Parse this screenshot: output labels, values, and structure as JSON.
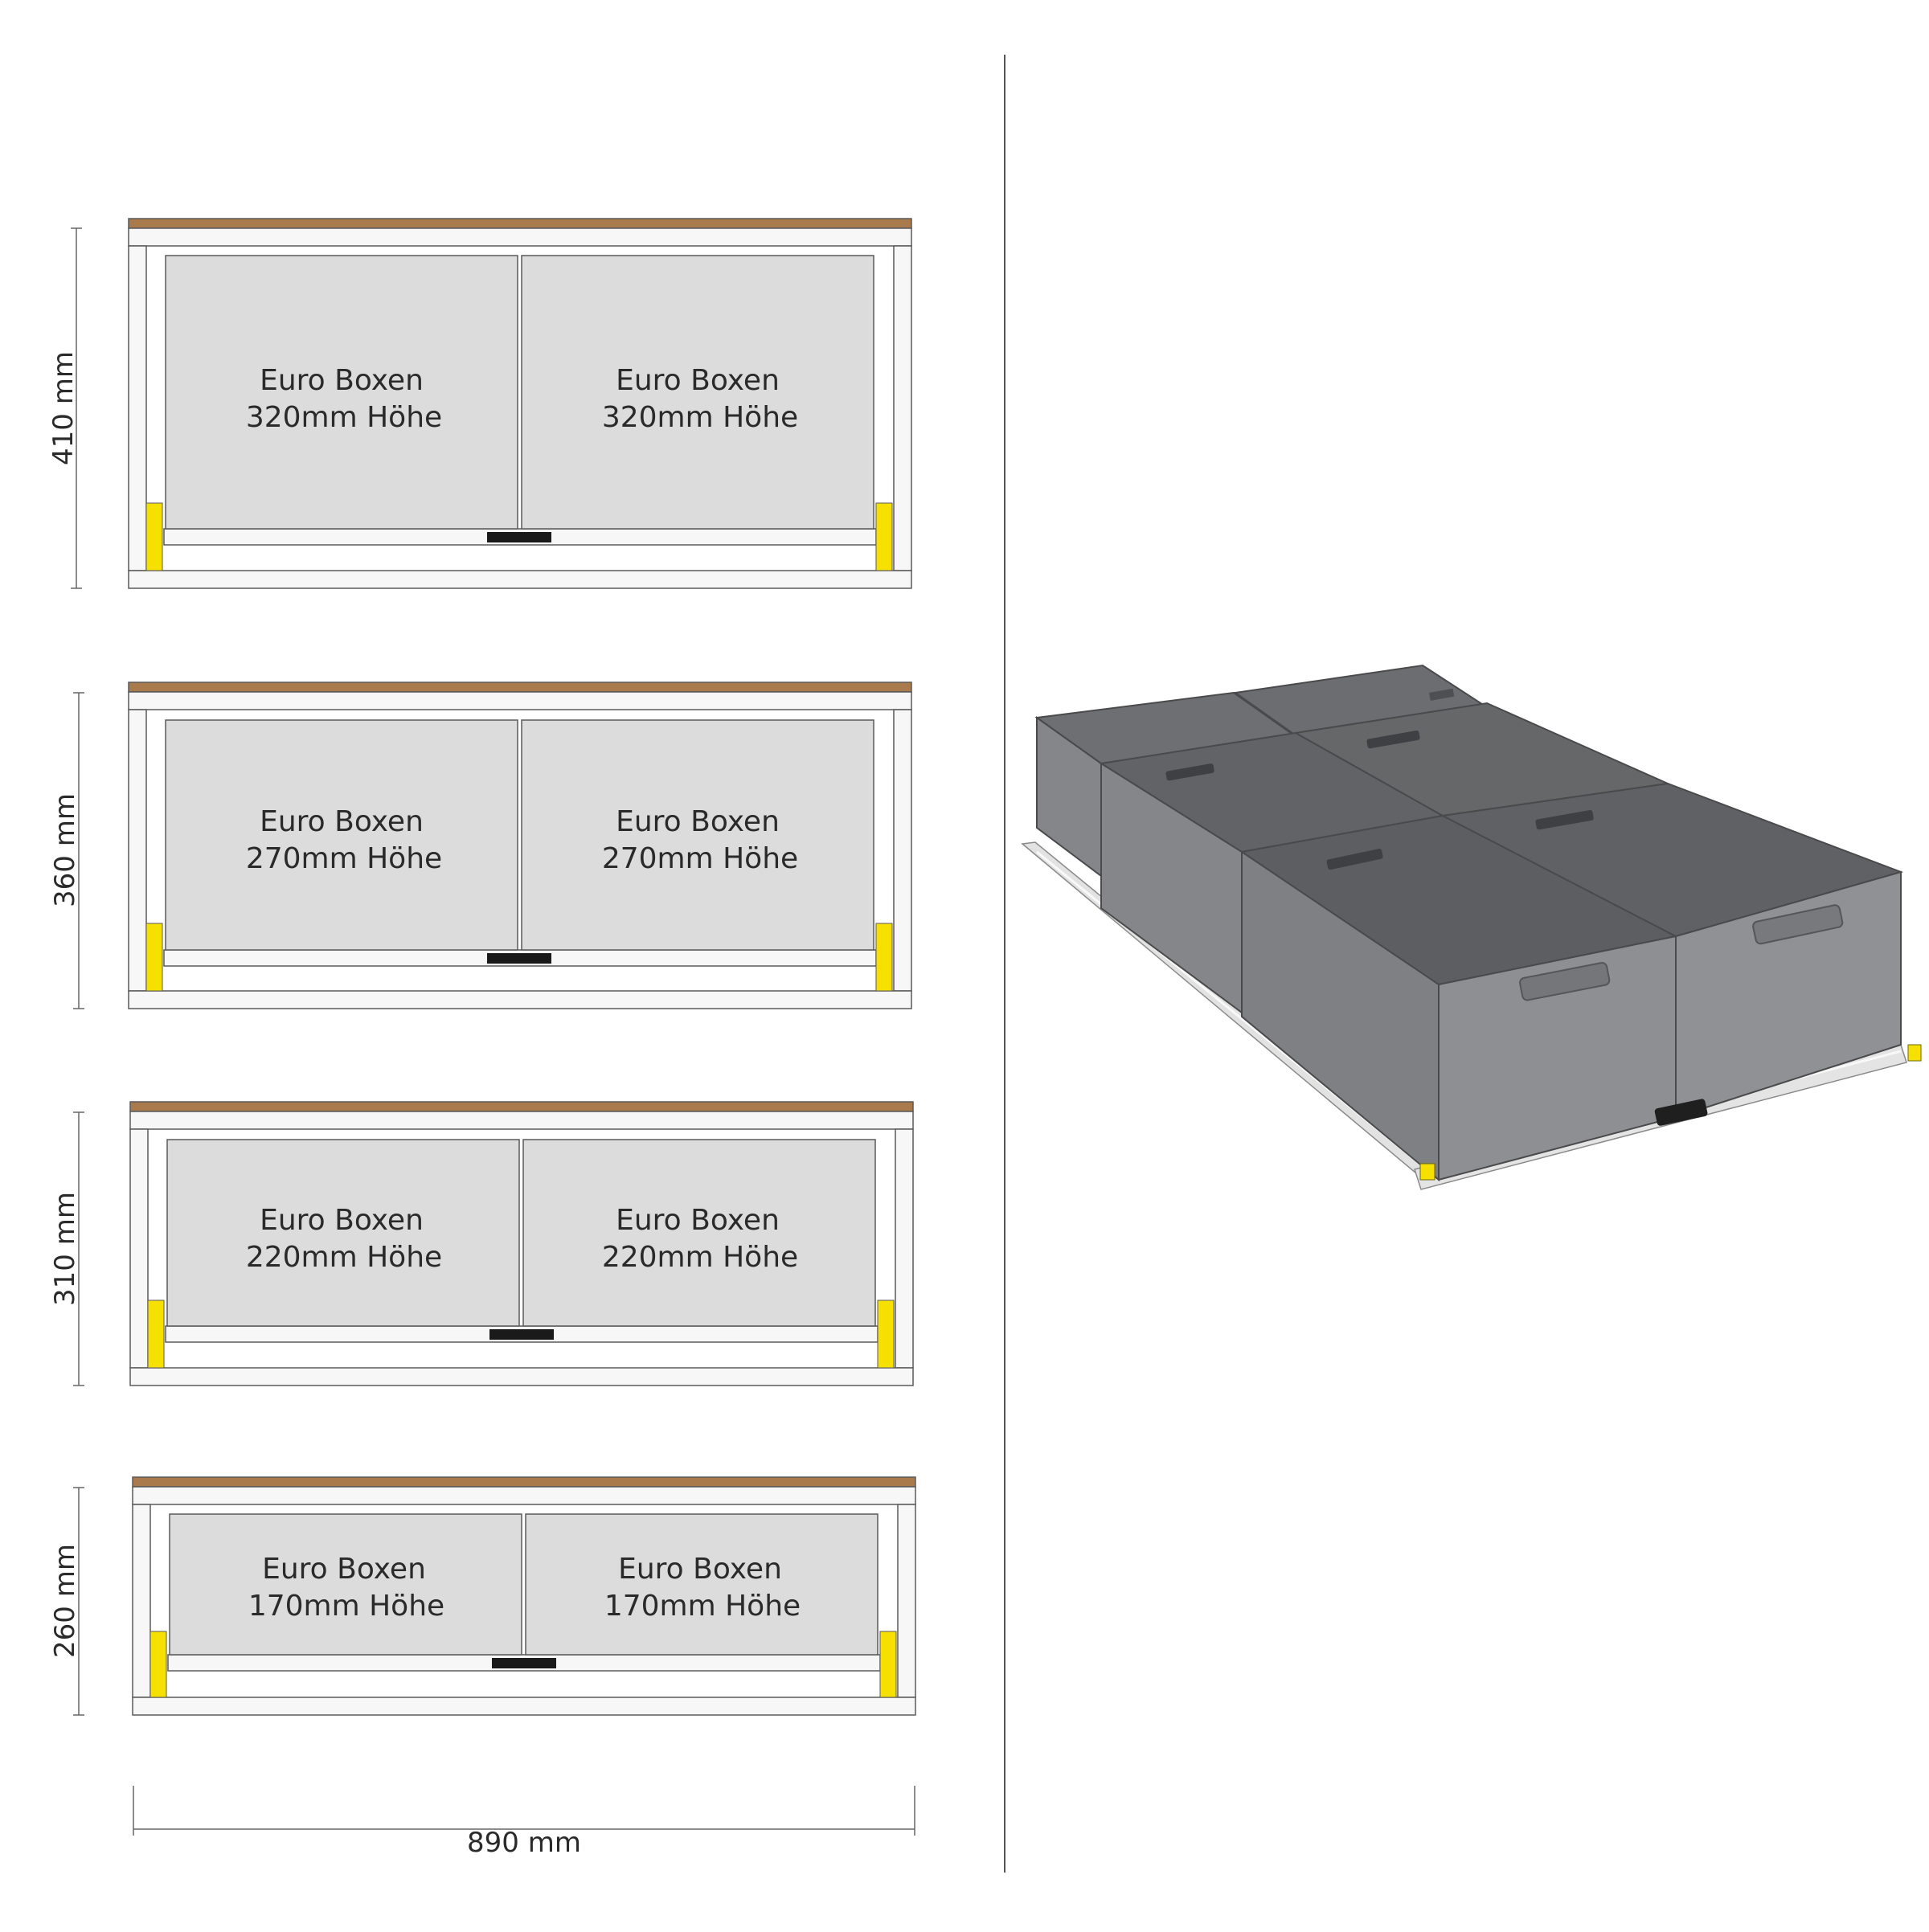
{
  "drawers": [
    {
      "height_label": "410 mm",
      "boxes": [
        {
          "line1": "Euro Boxen",
          "line2": "320mm Höhe"
        },
        {
          "line1": "Euro Boxen",
          "line2": "320mm Höhe"
        }
      ]
    },
    {
      "height_label": "360 mm",
      "boxes": [
        {
          "line1": "Euro Boxen",
          "line2": "270mm Höhe"
        },
        {
          "line1": "Euro Boxen",
          "line2": "270mm Höhe"
        }
      ]
    },
    {
      "height_label": "310 mm",
      "boxes": [
        {
          "line1": "Euro Boxen",
          "line2": "220mm Höhe"
        },
        {
          "line1": "Euro Boxen",
          "line2": "220mm Höhe"
        }
      ]
    },
    {
      "height_label": "260 mm",
      "boxes": [
        {
          "line1": "Euro Boxen",
          "line2": "170mm Höhe"
        },
        {
          "line1": "Euro Boxen",
          "line2": "170mm Höhe"
        }
      ]
    }
  ],
  "width_label": "890 mm",
  "colors": {
    "wood_top": "#a97a4c",
    "frame": "#f7f7f7",
    "box_fill": "#dcdcdc",
    "outline": "#5a5a5a",
    "stopper": "#f5e000",
    "handle": "#1a1a1a",
    "crate": "#7c7d80"
  },
  "icons": [
    "drawer-section-diagram",
    "euro-box-crate-render"
  ]
}
